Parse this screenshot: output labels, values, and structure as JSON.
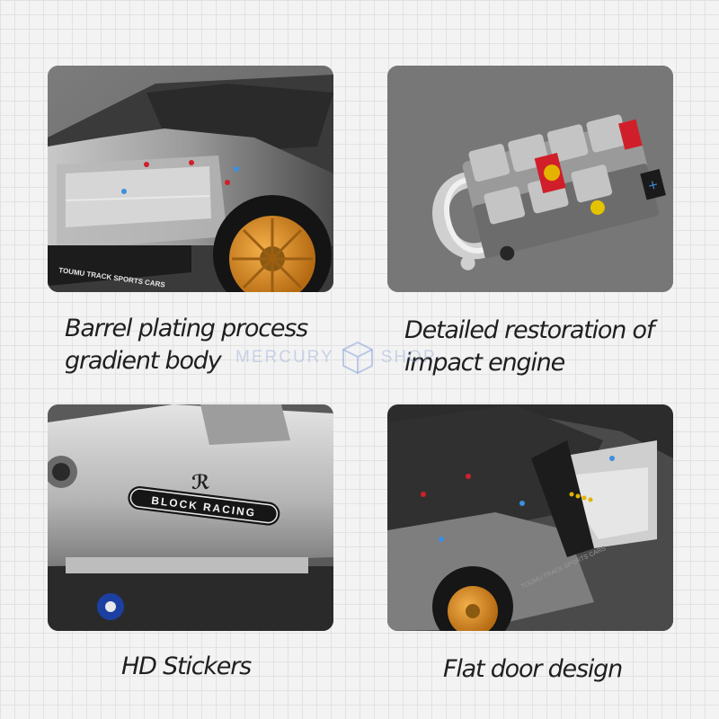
{
  "panels": [
    {
      "id": "barrel",
      "caption": "Barrel plating process\ngradient body",
      "decal_text": "TOUMU TRACK SPORTS CARS"
    },
    {
      "id": "engine",
      "caption": "Detailed restoration of\nimpact engine"
    },
    {
      "id": "stickers",
      "caption": "HD Stickers",
      "sticker_text": "BLOCK RACING"
    },
    {
      "id": "door",
      "caption": "Flat door design",
      "decal_text": "TOUMU TRACK SPORTS CARS"
    }
  ],
  "watermark": {
    "brand": "MERCURY",
    "brand2": "SHOP"
  },
  "colors": {
    "background": "#f3f3f3",
    "panel_gray": "#7a7a7a",
    "wheel_gold": "#d98a22",
    "accent_red": "#d01f2a",
    "caption_text": "#1f1f1f"
  }
}
